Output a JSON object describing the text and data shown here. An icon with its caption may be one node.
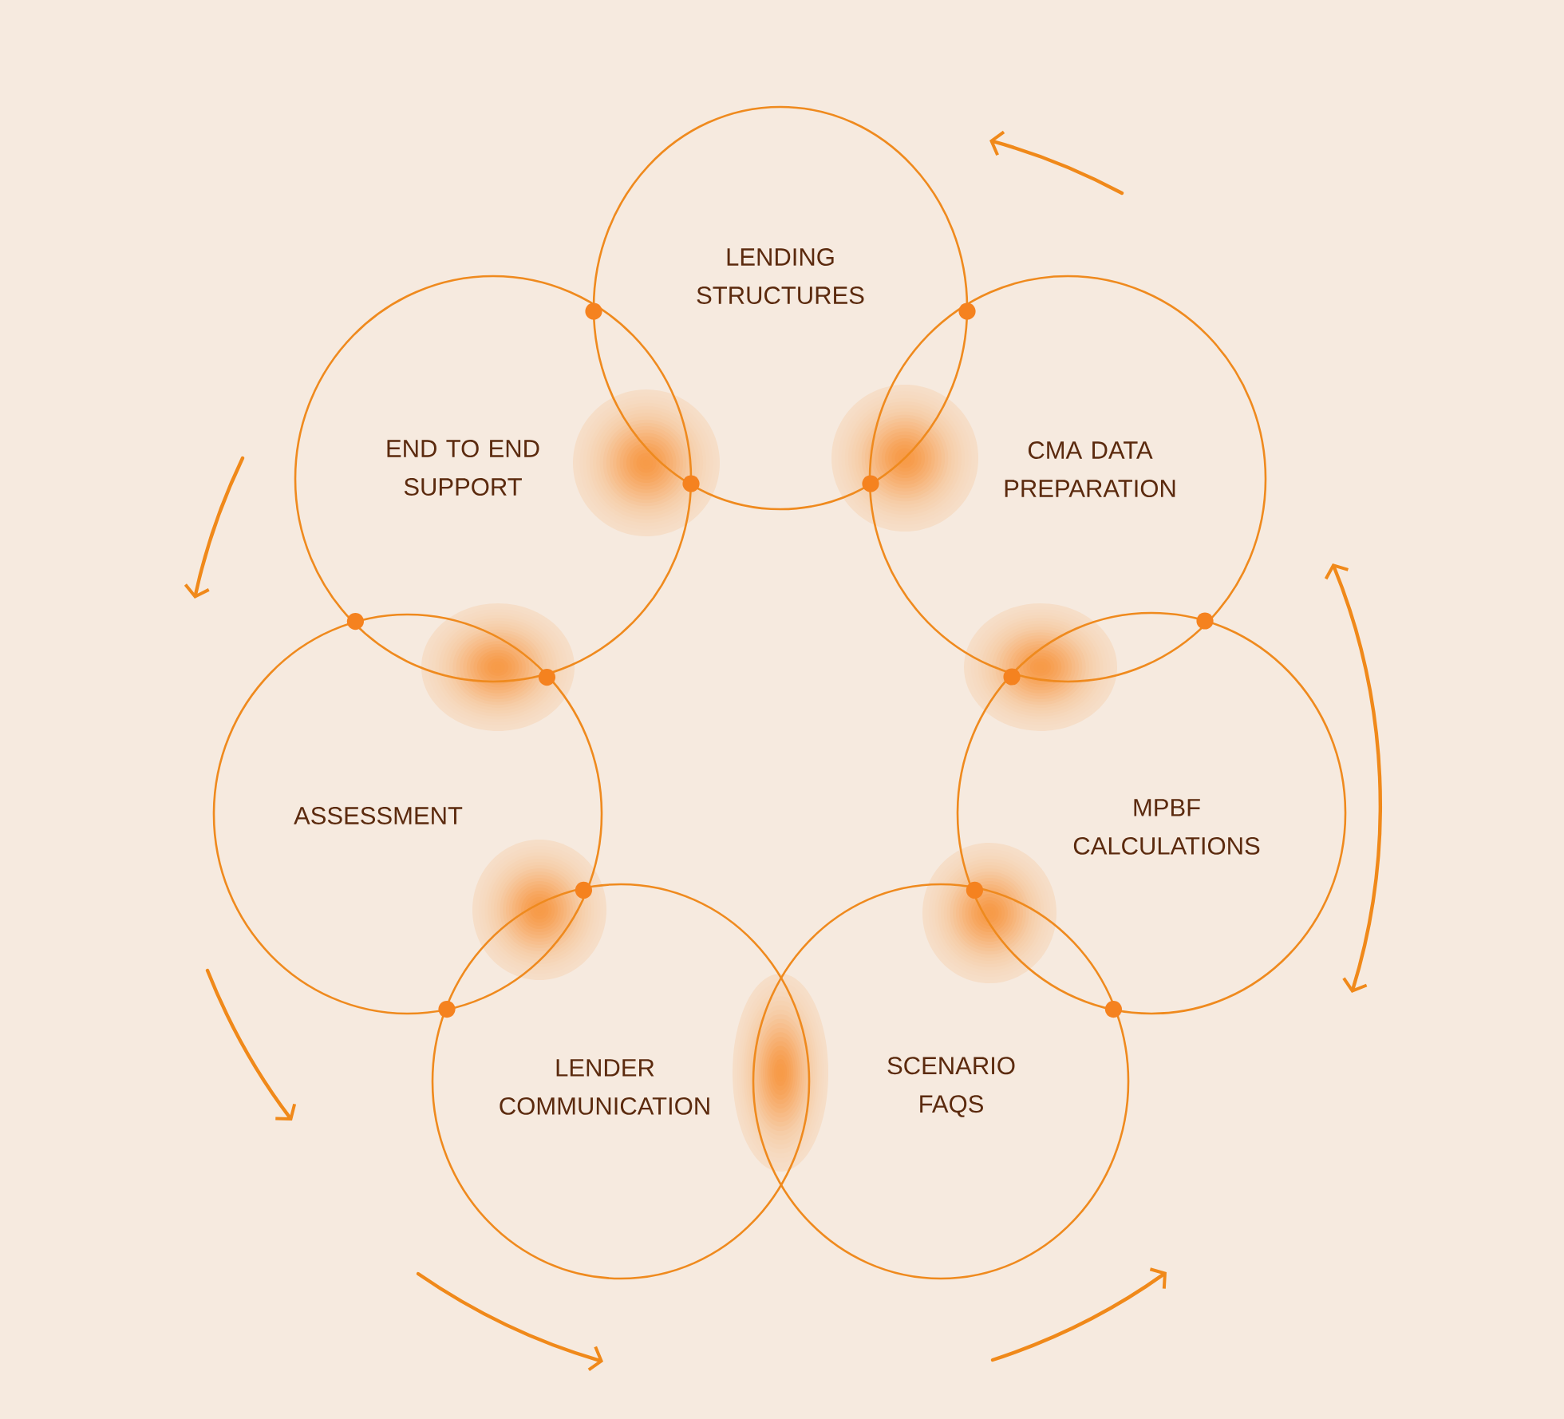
{
  "diagram": {
    "nodes": [
      {
        "text": [
          "LENDING STRUCTURES"
        ]
      },
      {
        "text": [
          "END TO END SUPPORT"
        ]
      },
      {
        "text": [
          "CMA DATA PREPARATION"
        ]
      },
      {
        "text": [
          "ASSESSMENT"
        ]
      },
      {
        "text": [
          "MPBF CALCULATIONS"
        ]
      },
      {
        "text": [
          "LENDER COMMUNICATION"
        ]
      },
      {
        "text": [
          "SCENARIO FAQS"
        ]
      }
    ]
  }
}
